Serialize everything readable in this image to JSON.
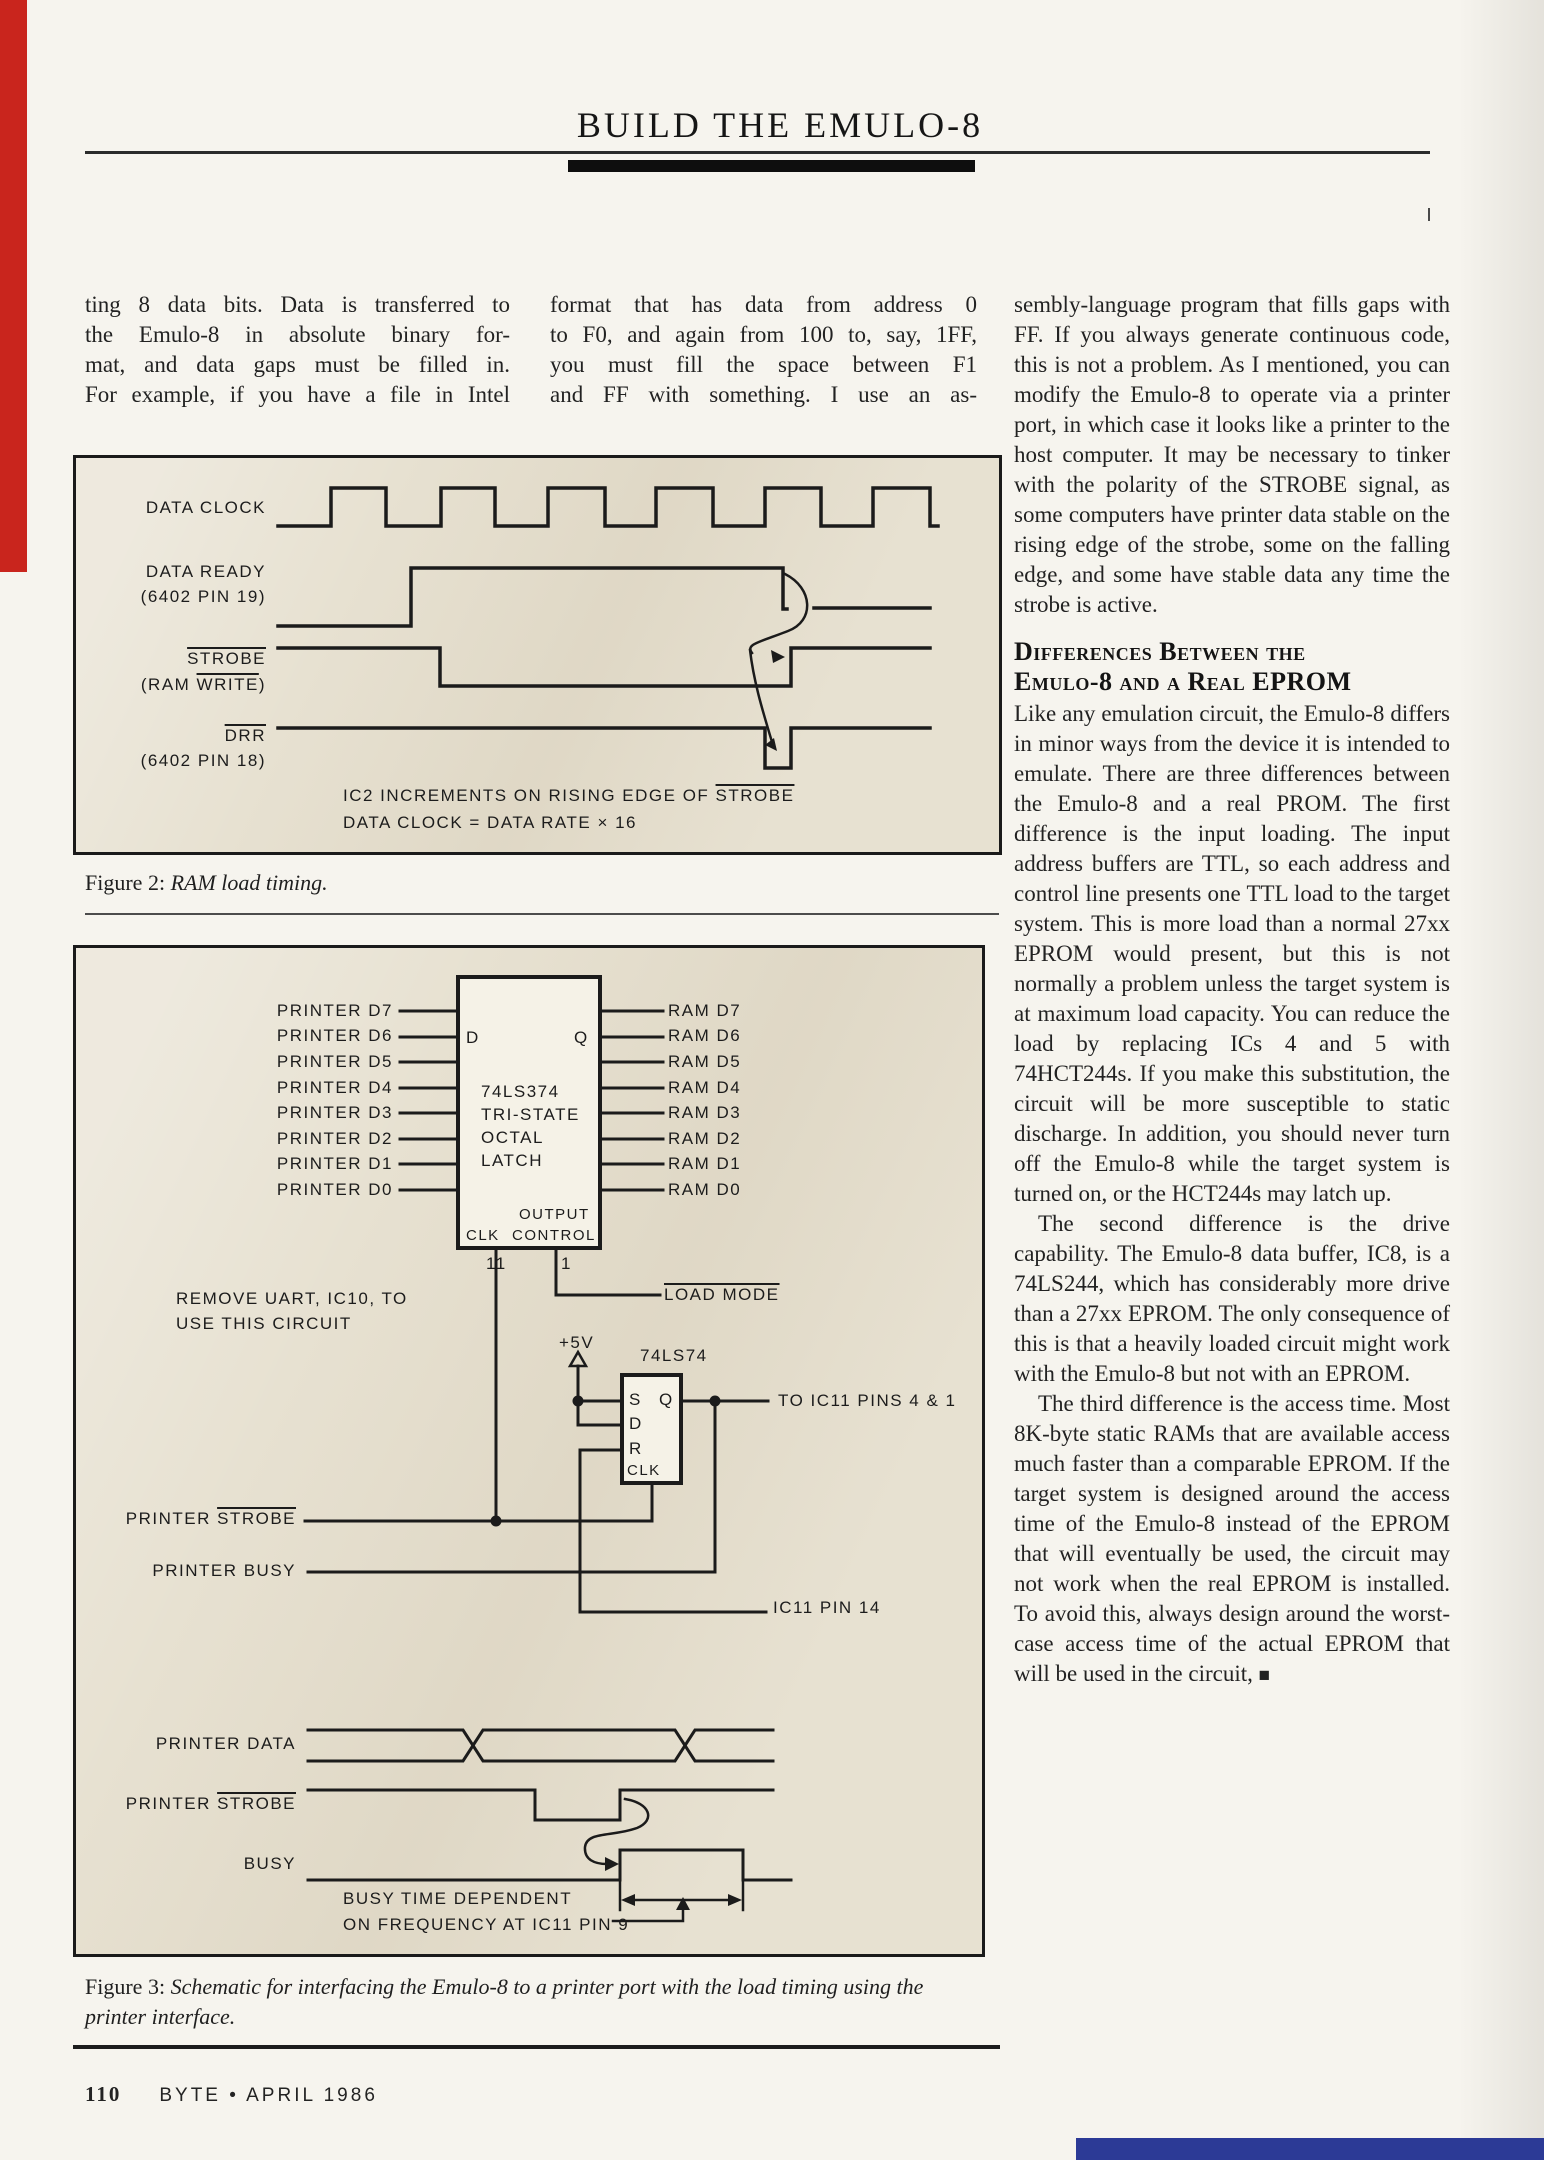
{
  "header": {
    "title": "BUILD THE EMULO-8"
  },
  "columns": {
    "col1_lines": [
      "ting 8 data bits. Data is transferred to",
      "the Emulo-8 in absolute binary for-",
      "mat, and data gaps must be filled in.",
      "For example, if you have a file in Intel"
    ],
    "col2_lines": [
      "format that has data from address 0",
      "to F0, and again from 100 to, say, 1FF,",
      "you must fill the space between F1",
      "and FF with something. I use an as-"
    ],
    "col3": {
      "para1": "sembly-language program that fills gaps with FF. If you always generate continuous code, this is not a problem. As I mentioned, you can modify the Emulo-8 to operate via a printer port, in which case it looks like a printer to the host computer. It may be necessary to tinker with the polarity of the STROBE signal, as some computers have printer data stable on the rising edge of the strobe, some on the falling edge, and some have stable data any time the strobe is active.",
      "heading_line1": "Differences Between the",
      "heading_line2": "Emulo-8 and a Real EPROM",
      "para2": "Like any emulation circuit, the Emulo-8 differs in minor ways from the device it is intended to emulate. There are three differences between the Emulo-8 and a real PROM. The first difference is the input loading. The input address buffers are TTL, so each address and control line presents one TTL load to the target system. This is more load than a normal 27xx EPROM would present, but this is not normally a problem unless the target system is at maximum load capacity. You can reduce the load by replacing ICs 4 and 5 with 74HCT244s. If you make this substitution, the circuit will be more susceptible to static discharge. In addition, you should never turn off the Emulo-8 while the target system is turned on, or the HCT244s may latch up.",
      "para3": "The second difference is the drive capability. The Emulo-8 data buffer, IC8, is a 74LS244, which has considerably more drive than a 27xx EPROM. The only consequence of this is that a heavily loaded circuit might work with the Emulo-8 but not with an EPROM.",
      "para4": "The third difference is the access time. Most 8K-byte static RAMs that are available access much faster than a comparable EPROM. If the target system is designed around the access time of the Emulo-8 instead of the EPROM that will eventually be used, the circuit may not work when the real EPROM is installed. To avoid this, always design around the worst-case access time of the actual EPROM that will be used in the circuit,",
      "end_mark": "■"
    }
  },
  "figure2": {
    "labels": {
      "clock": "DATA CLOCK",
      "ready_l1": "DATA READY",
      "ready_l2": "(6402 PIN 19)",
      "strobe_l1": "STROBE",
      "strobe_l2_pre": "(RAM ",
      "strobe_l2_ov": "WRITE",
      "strobe_l2_post": ")",
      "drr_l1": "DRR",
      "drr_l2": "(6402 PIN 18)",
      "note1_pre": "IC2 INCREMENTS ON RISING EDGE OF ",
      "note1_ov": "STROBE",
      "note2": "DATA CLOCK = DATA RATE × 16"
    },
    "caption_label": "Figure 2:",
    "caption_text": "RAM load timing."
  },
  "figure3": {
    "printer_pins": [
      "PRINTER D7",
      "PRINTER D6",
      "PRINTER D5",
      "PRINTER D4",
      "PRINTER D3",
      "PRINTER D2",
      "PRINTER D1",
      "PRINTER D0"
    ],
    "ram_pins": [
      "RAM D7",
      "RAM D6",
      "RAM D5",
      "RAM D4",
      "RAM D3",
      "RAM D2",
      "RAM D1",
      "RAM D0"
    ],
    "chip374": {
      "d": "D",
      "q": "Q",
      "name1": "74LS374",
      "name2": "TRI-STATE",
      "name3": "OCTAL",
      "name4": "LATCH",
      "out1": "OUTPUT",
      "clk": "CLK",
      "out2": "CONTROL",
      "pin11": "11",
      "pin1": "1"
    },
    "remove_note1": "REMOVE UART, IC10, TO",
    "remove_note2": "USE THIS CIRCUIT",
    "load_mode": "LOAD MODE",
    "plus5v": "+5V",
    "ff74": {
      "name": "74LS74",
      "s": "S",
      "d": "D",
      "r": "R",
      "clk": "CLK",
      "q": "Q"
    },
    "to_ic11": "TO IC11 PINS 4 & 1",
    "strobe_label_pre": "PRINTER ",
    "strobe_label_ov": "STROBE",
    "busy_label": "PRINTER BUSY",
    "ic11_pin14": "IC11 PIN 14",
    "wave_data_label": "PRINTER DATA",
    "wave_strobe_pre": "PRINTER ",
    "wave_strobe_ov": "STROBE",
    "wave_busy_label": "BUSY",
    "busy_note1": "BUSY TIME DEPENDENT",
    "busy_note2": "ON FREQUENCY AT IC11 PIN 9",
    "caption_label": "Figure 3:",
    "caption_text": "Schematic for interfacing the Emulo-8 to a printer port with the load timing using the printer interface."
  },
  "footer": {
    "page_number": "110",
    "magazine": "BYTE • APRIL 1986"
  }
}
